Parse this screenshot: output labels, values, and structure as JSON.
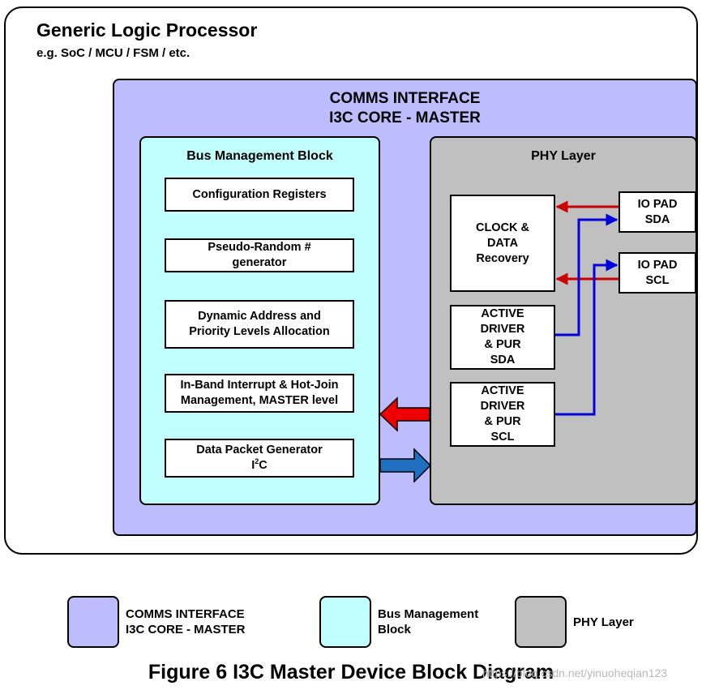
{
  "colors": {
    "comms": "#bdbdfd",
    "bmb": "#c1ffff",
    "phy": "#c0c0c0",
    "red_arrow": "#ee0000",
    "blue_arrow": "#1e6fc0",
    "signal_red": "#cc0000",
    "signal_blue": "#0000dd"
  },
  "processor": {
    "title": "Generic Logic Processor",
    "subtitle": "e.g. SoC / MCU / FSM / etc."
  },
  "comms": {
    "line1": "COMMS INTERFACE",
    "line2": "I3C CORE - MASTER"
  },
  "bus_management": {
    "title": "Bus Management Block",
    "config": "Configuration Registers",
    "prng_line1": "Pseudo-Random #",
    "prng_line2": "generator",
    "dyn_line1": "Dynamic Address and",
    "dyn_line2": "Priority Levels Allocation",
    "ibi_line1": "In-Band Interrupt & Hot-Join",
    "ibi_line2": "Management, MASTER level",
    "dpg_line1": "Data Packet Generator",
    "dpg_line2_base": "I",
    "dpg_line2_sup": "2",
    "dpg_line2_tail": "C"
  },
  "phy": {
    "title": "PHY Layer",
    "cdr_line1": "CLOCK &",
    "cdr_line2": "DATA",
    "cdr_line3": "Recovery",
    "drv_sda_line1": "ACTIVE",
    "drv_sda_line2": "DRIVER",
    "drv_sda_line3": "& PUR",
    "drv_sda_line4": "SDA",
    "drv_scl_line1": "ACTIVE",
    "drv_scl_line2": "DRIVER",
    "drv_scl_line3": "& PUR",
    "drv_scl_line4": "SCL",
    "pad_sda_line1": "IO PAD",
    "pad_sda_line2": "SDA",
    "pad_scl_line1": "IO PAD",
    "pad_scl_line2": "SCL"
  },
  "legend": {
    "comms_line1": "COMMS INTERFACE",
    "comms_line2": "I3C CORE - MASTER",
    "bmb_line1": "Bus Management",
    "bmb_line2": "Block",
    "phy_line1": "PHY Layer"
  },
  "caption": "Figure 6 I3C Master Device Block Diagram",
  "watermark": "https://blog.csdn.net/yinuoheqian123"
}
